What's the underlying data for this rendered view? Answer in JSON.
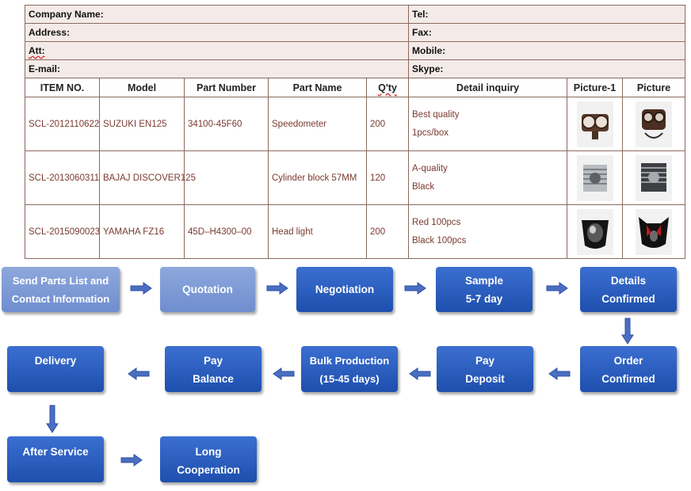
{
  "form": {
    "info_rows": [
      {
        "left": "Company Name:",
        "right": "Tel:"
      },
      {
        "left": "Address:",
        "right": "Fax:"
      },
      {
        "left": "Att:",
        "right": "Mobile:"
      },
      {
        "left": "E-mail:",
        "right": "Skype:"
      }
    ],
    "headers": [
      "ITEM NO.",
      "Model",
      "Part Number",
      "Part Name",
      "Q'ty",
      "Detail inquiry",
      "Picture-1",
      "Picture"
    ],
    "rows": [
      {
        "item_no": "SCL-2012110622",
        "model": "SUZUKI EN125",
        "part_number": "34100-45F60",
        "part_name": "Speedometer",
        "qty": "200",
        "detail_1": "Best quality",
        "detail_2": "1pcs/box",
        "picture_1": "speedometer-photo",
        "picture_2": "speedometer-photo"
      },
      {
        "item_no": "SCL-2013060311",
        "model": "BAJAJ DISCOVER125",
        "part_number": "",
        "part_name": "Cylinder block 57MM",
        "qty": "120",
        "detail_1": "A-quality",
        "detail_2": "Black",
        "picture_1": "cylinder-block-photo",
        "picture_2": "cylinder-block-photo"
      },
      {
        "item_no": "SCL-2015090023",
        "model": "YAMAHA FZ16",
        "part_number": "45D–H4300–00",
        "part_name": "Head light",
        "qty": "200",
        "detail_1": "Red 100pcs",
        "detail_2": "Black 100pcs",
        "picture_1": "headlight-photo",
        "picture_2": "headlight-photo"
      }
    ]
  },
  "flow": {
    "steps": {
      "send_parts": [
        "Send Parts List and",
        "Contact Information"
      ],
      "quotation": [
        "Quotation"
      ],
      "negotiation": [
        "Negotiation"
      ],
      "sample": [
        "Sample",
        "5-7 day"
      ],
      "details_confirmed": [
        "Details",
        "Confirmed"
      ],
      "order_confirmed": [
        "Order",
        "Confirmed"
      ],
      "pay_deposit": [
        "Pay",
        "Deposit"
      ],
      "bulk_production": [
        "Bulk Production",
        "(15-45 days)"
      ],
      "pay_balance": [
        "Pay",
        "Balance"
      ],
      "delivery": [
        "Delivery"
      ],
      "after_service": [
        "After Service"
      ],
      "long_cooperation": [
        "Long",
        "Cooperation"
      ]
    },
    "colors": {
      "step_dark": "#1e4fae",
      "step_light": "#7b97d4",
      "arrow": "#2b4fa8"
    }
  }
}
